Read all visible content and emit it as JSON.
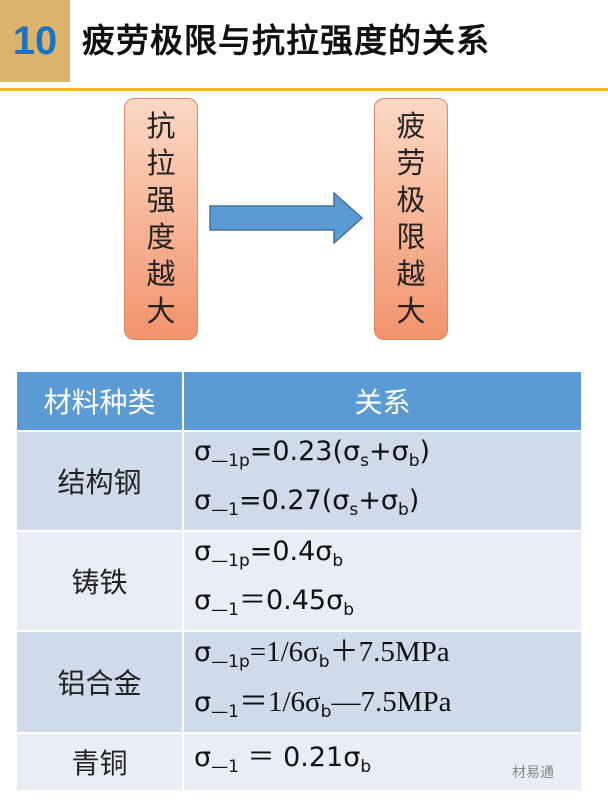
{
  "header": {
    "number": "10",
    "title": "疲劳极限与抗拉强度的关系"
  },
  "diagram": {
    "left_chars": [
      "抗",
      "拉",
      "强",
      "度",
      "越",
      "大"
    ],
    "right_chars": [
      "疲",
      "劳",
      "极",
      "限",
      "越",
      "大"
    ],
    "arrow_color": "#5b9bd5"
  },
  "table": {
    "headers": [
      "材料种类",
      "关系"
    ],
    "rows": [
      {
        "material": "结构钢",
        "serif": false,
        "lines": [
          [
            [
              "σ",
              ""
            ],
            [
              "—1p",
              "s"
            ],
            [
              "=0.23(σ",
              ""
            ],
            [
              "s",
              "s"
            ],
            [
              "+σ",
              ""
            ],
            [
              "b",
              "s"
            ],
            [
              ")",
              ""
            ]
          ],
          [
            [
              "σ",
              ""
            ],
            [
              "—1",
              "s"
            ],
            [
              "=0.27(σ",
              ""
            ],
            [
              "s",
              "s"
            ],
            [
              "+σ",
              ""
            ],
            [
              "b",
              "s"
            ],
            [
              ")",
              ""
            ]
          ]
        ]
      },
      {
        "material": "铸铁",
        "serif": false,
        "lines": [
          [
            [
              "σ",
              ""
            ],
            [
              "—1p",
              "s"
            ],
            [
              "=0.4σ",
              ""
            ],
            [
              "b",
              "s"
            ]
          ],
          [
            [
              "σ",
              ""
            ],
            [
              "—1",
              "s"
            ],
            [
              "＝0.45σ",
              ""
            ],
            [
              "b",
              "s"
            ]
          ]
        ]
      },
      {
        "material": "铝合金",
        "serif": true,
        "lines": [
          [
            [
              "σ",
              ""
            ],
            [
              "—1p",
              "s"
            ],
            [
              "=1/6σ",
              ""
            ],
            [
              "b",
              "s"
            ],
            [
              "＋7.5MPa",
              ""
            ]
          ],
          [
            [
              "σ",
              ""
            ],
            [
              "—1",
              "s"
            ],
            [
              "＝1/6σ",
              ""
            ],
            [
              "b",
              "s"
            ],
            [
              "—7.5MPa",
              ""
            ]
          ]
        ]
      },
      {
        "material": "青铜",
        "serif": false,
        "lines": [
          [
            [
              "σ",
              ""
            ],
            [
              "—1",
              "s"
            ],
            [
              " ＝ 0.21σ",
              ""
            ],
            [
              "b",
              "s"
            ]
          ]
        ]
      }
    ]
  },
  "watermark": "材易通"
}
